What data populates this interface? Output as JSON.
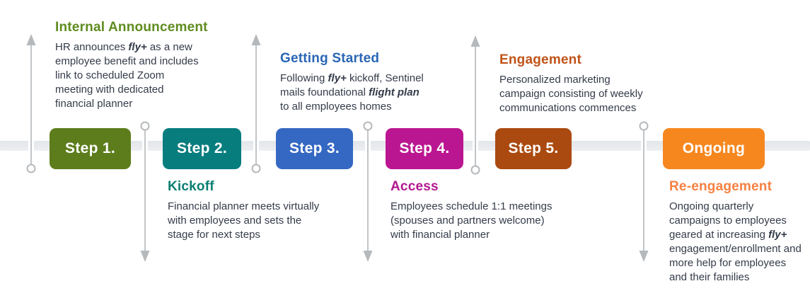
{
  "steps": [
    {
      "label": "Step 1.",
      "color": "#5d7d1c"
    },
    {
      "label": "Step 2.",
      "color": "#077d7e"
    },
    {
      "label": "Step 3.",
      "color": "#3568c2"
    },
    {
      "label": "Step 4.",
      "color": "#bb1691"
    },
    {
      "label": "Step 5.",
      "color": "#ab4a10"
    },
    {
      "label": "Ongoing",
      "color": "#f6871f"
    }
  ],
  "annotations": [
    {
      "heading": "Internal Announcement",
      "heading_color": "#5f8c1f",
      "position": "above",
      "body": [
        {
          "text": "HR announces "
        },
        {
          "text": "fly+",
          "bold": true,
          "italic": true
        },
        {
          "text": " as a new\nemployee benefit and includes\nlink to scheduled Zoom\nmeeting with dedicated\nfinancial planner"
        }
      ]
    },
    {
      "heading": "Getting Started",
      "heading_color": "#2a66b5",
      "position": "above",
      "body": [
        {
          "text": "Following "
        },
        {
          "text": "fly+",
          "bold": true,
          "italic": true
        },
        {
          "text": " kickoff, Sentinel\nmails foundational "
        },
        {
          "text": "flight plan",
          "bold": true,
          "italic": true
        },
        {
          "text": "\nto all employees homes"
        }
      ]
    },
    {
      "heading": "Engagement",
      "heading_color": "#c05419",
      "position": "above",
      "body": [
        {
          "text": "Personalized marketing\ncampaign consisting of weekly\ncommunications commences"
        }
      ]
    },
    {
      "heading": "Kickoff",
      "heading_color": "#0b7f72",
      "position": "below",
      "body": [
        {
          "text": "Financial planner meets virtually\nwith employees and sets the\nstage for next steps"
        }
      ]
    },
    {
      "heading": "Access",
      "heading_color": "#b2188f",
      "position": "below",
      "body": [
        {
          "text": "Employees schedule 1:1 meetings\n(spouses and partners welcome)\nwith financial planner"
        }
      ]
    },
    {
      "heading": "Re-engagement",
      "heading_color": "#f58142",
      "position": "below",
      "body": [
        {
          "text": "Ongoing quarterly\ncampaigns to employees\ngeared at increasing "
        },
        {
          "text": "fly+",
          "bold": true,
          "italic": true
        },
        {
          "text": "\nengagement/enrollment and\nmore help for employees\nand their families"
        }
      ]
    }
  ],
  "colors": {
    "body_text": "#343b49",
    "timeline_bar": "#e8eaed",
    "connector_line": "#c2c5c8",
    "connector_accent": "#b6b9bc",
    "background": "#ffffff"
  }
}
